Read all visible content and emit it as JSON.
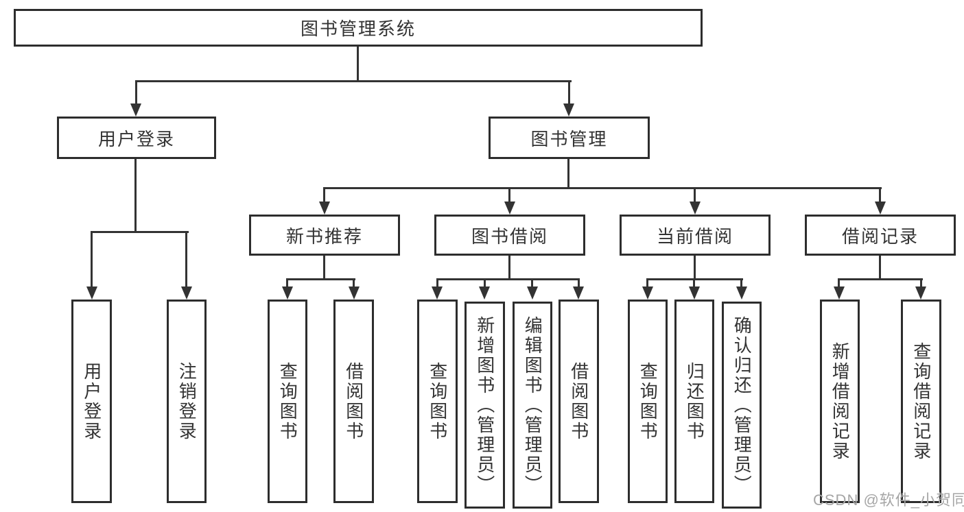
{
  "diagram": {
    "root": {
      "label": "图书管理系统"
    },
    "level2": [
      {
        "label": "用户登录"
      },
      {
        "label": "图书管理"
      }
    ],
    "level3": [
      {
        "label": "新书推荐"
      },
      {
        "label": "图书借阅"
      },
      {
        "label": "当前借阅"
      },
      {
        "label": "借阅记录"
      }
    ],
    "leaves": {
      "user_login": [
        {
          "label": "用户登录"
        },
        {
          "label": "注销登录"
        }
      ],
      "new_book": [
        {
          "label": "查询图书"
        },
        {
          "label": "借阅图书"
        }
      ],
      "book_borrow": [
        {
          "label": "查询图书"
        },
        {
          "label": "新增图书（管理员）"
        },
        {
          "label": "编辑图书（管理员）"
        },
        {
          "label": "借阅图书"
        }
      ],
      "current_borrow": [
        {
          "label": "查询图书"
        },
        {
          "label": "归还图书"
        },
        {
          "label": "确认归还（管理员）"
        }
      ],
      "borrow_record": [
        {
          "label": "新增借阅记录"
        },
        {
          "label": "查询借阅记录"
        }
      ]
    },
    "watermark": "CSDN @软件_小贺同学",
    "colors": {
      "line": "#333333",
      "box_border": "#2d2d2d",
      "text": "#333333",
      "background": "#ffffff",
      "watermark": "#a6a6a6"
    }
  }
}
